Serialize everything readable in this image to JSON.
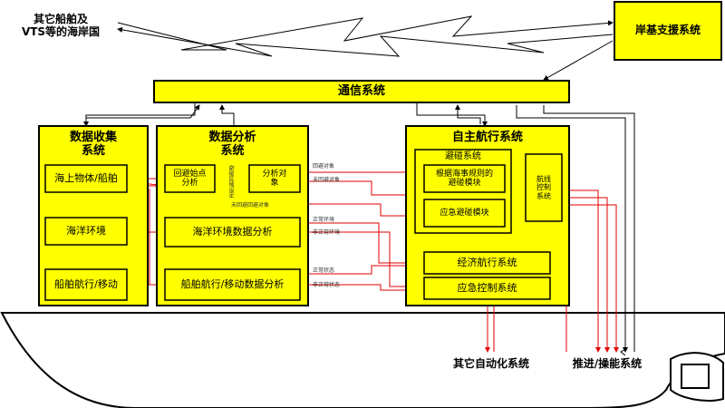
{
  "external": {
    "other_ships_vts": "其它船舶及\nVTS等的海岸国",
    "shore_support": "岸基支援系统",
    "other_automation": "其它自动化系统",
    "propulsion": "推进/操能系统"
  },
  "comm": {
    "title": "通信系统"
  },
  "data_collection": {
    "title": "数据收集\n系统",
    "items": [
      "海上物体/船舶",
      "海洋环境",
      "船舶航行/移动"
    ]
  },
  "data_analysis": {
    "title": "数据分析\n系统",
    "items": [
      "回避始点\n分析",
      "分析对\n象",
      "海洋环境数据分析",
      "船舶航行/移动数据分析"
    ]
  },
  "autonomous": {
    "title": "自主航行系统",
    "collision_title": "避碰系统",
    "items": [
      "根据海事规则的\n避碰模块",
      "应急避碰模块",
      "航线\n控制\n系统",
      "经济航行系统",
      "应急控制系统"
    ]
  },
  "annotations": [
    "回避对象",
    "未回避对象",
    "避碰区域设定",
    "未回避回避对象",
    "正常环境",
    "非正常环境",
    "正常状态",
    "非正常状态"
  ],
  "colors": {
    "box_fill": "#ffff00",
    "arrow_red": "#e00000",
    "arrow_black": "#000000",
    "ship_outline": "#000000"
  }
}
